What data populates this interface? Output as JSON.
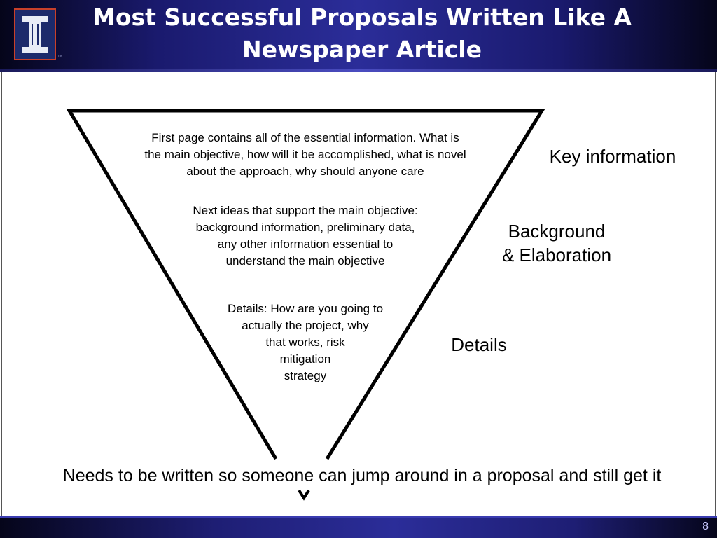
{
  "slide": {
    "title_line1": "Most Successful Proposals Written Like A",
    "title_line2": "Newspaper Article",
    "logo_letter": "I",
    "logo_tm": "™",
    "funnel": {
      "section1": "First page contains all of the essential information.  What is\nthe main objective, how will it be accomplished, what is novel\nabout the approach, why should anyone care",
      "section2": "Next ideas that support the main objective:\nbackground information, preliminary data,\nany other information essential to\nunderstand the main objective",
      "section3": "Details: How are you going to\nactually the project, why\nthat works, risk\nmitigation\nstrategy"
    },
    "labels": {
      "key": "Key information",
      "background": "Background\n& Elaboration",
      "details": "Details"
    },
    "bottom_note": "Needs to be written so someone can jump around in a proposal and still get it",
    "page_number": "8",
    "colors": {
      "header_blue": "#2b2d99",
      "logo_bg": "#1c2a6b",
      "logo_border": "#c8402a"
    }
  }
}
